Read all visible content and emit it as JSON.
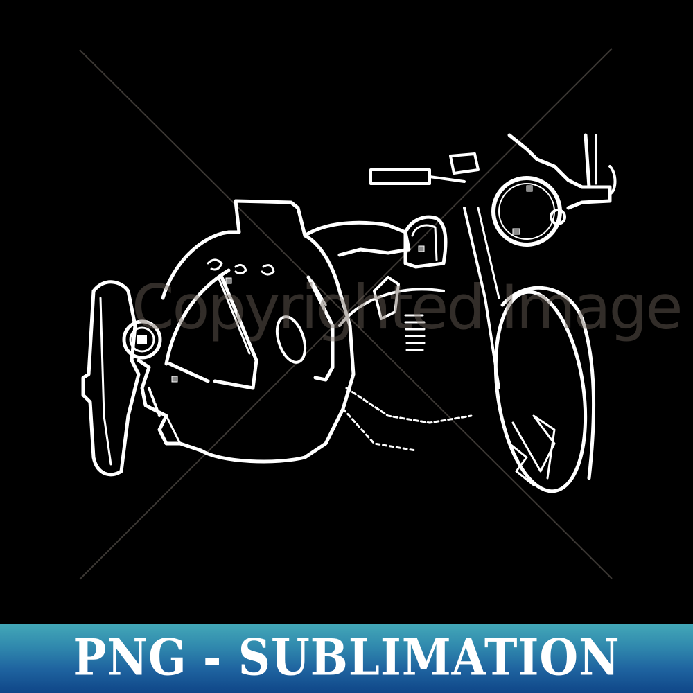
{
  "artwork": {
    "subject": "white line-art of a vintage motorcycle with sidecar",
    "background_color": "#000000",
    "line_color": "#ffffff"
  },
  "watermark": {
    "text": "Copyrighted Image",
    "color": "#6e645c"
  },
  "banner": {
    "text": "PNG - SUBLIMATION",
    "gradient_top": "#43a8b8",
    "gradient_bottom": "#0f4688",
    "text_color": "#ffffff"
  }
}
